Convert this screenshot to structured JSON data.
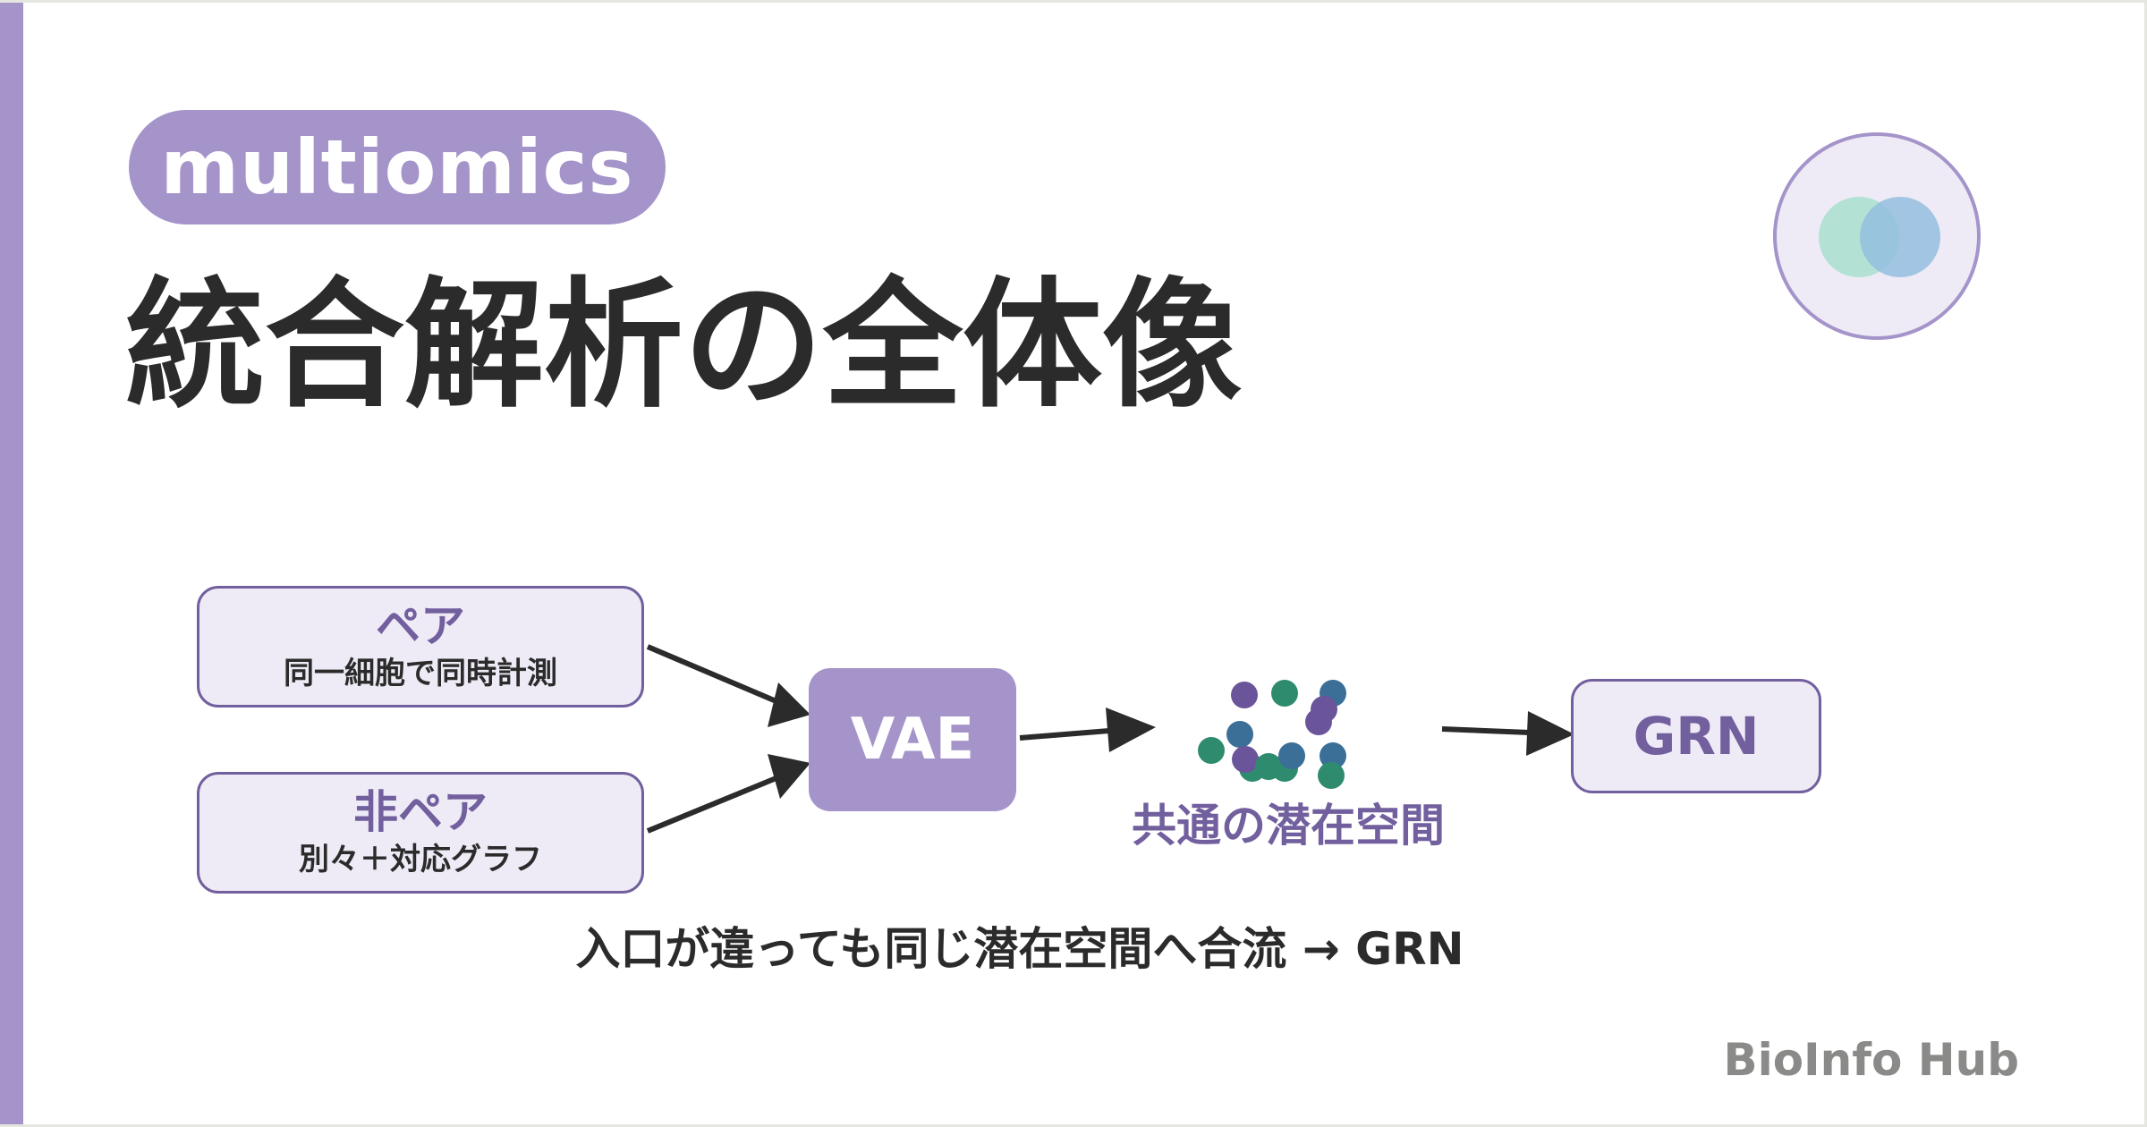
{
  "slide": {
    "tag": "multiomics",
    "title": "統合解析の全体像",
    "caption": "入口が違っても同じ潜在空間へ合流 → GRN",
    "brand": "BioInfo Hub"
  },
  "diagram": {
    "inputs": [
      {
        "title": "ペア",
        "subtitle": "同一細胞で同時計測"
      },
      {
        "title": "非ペア",
        "subtitle": "別々＋対応グラフ"
      }
    ],
    "model": "VAE",
    "latent_label": "共通の潜在空間",
    "output": "GRN"
  },
  "colors": {
    "accent": "#a594ca",
    "accent_dark": "#725f9e",
    "box_fill": "#eeebf6",
    "text_dark": "#2b2b2b",
    "brand_gray": "#8a8a88",
    "arrow": "#2b2b2b",
    "dot_purple": "#6b559a",
    "dot_green": "#2e8b6e",
    "dot_blue": "#3b6f97",
    "logo_green": "#a8e0cf",
    "logo_blue": "#93bede"
  }
}
